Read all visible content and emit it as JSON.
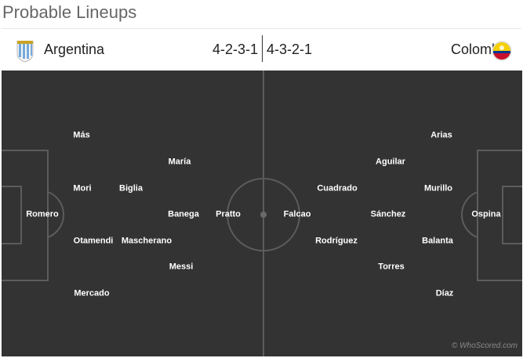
{
  "page_title": "Probable Lineups",
  "home": {
    "name": "Argentina",
    "formation": "4-2-3-1",
    "crest_icon": "argentina-crest-icon",
    "players": [
      "Más",
      "Mori",
      "Romero",
      "Otamendi",
      "Mercado",
      "Biglia",
      "Mascherano",
      "María",
      "Banega",
      "Messi",
      "Pratto"
    ]
  },
  "away": {
    "name": "Colombia",
    "formation": "4-3-2-1",
    "crest_icon": "colombia-crest-icon",
    "players": [
      "Arias",
      "Murillo",
      "Ospina",
      "Balanta",
      "Díaz",
      "Aguilar",
      "Sánchez",
      "Torres",
      "Cuadrado",
      "Rodríguez",
      "Falcao"
    ]
  },
  "watermark": "© WhoScored.com",
  "colors": {
    "pitch": "#333333",
    "pitch_lines": "#5c5c5c",
    "player_text": "#ffffff"
  }
}
